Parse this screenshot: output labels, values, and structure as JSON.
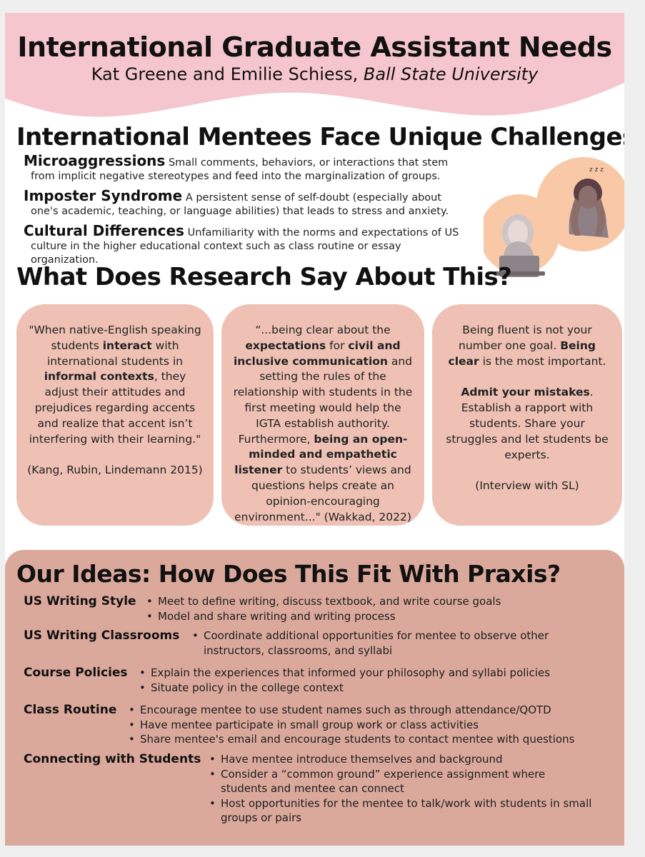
{
  "header": {
    "title": "International Graduate Assistant Needs",
    "authors": "Kat Greene and Emilie Schiess,",
    "university": "Ball State University",
    "colors": {
      "wave": "#f6c6cf",
      "card": "#eec1b4",
      "ideas_bg": "#dba99c"
    }
  },
  "challenges": {
    "title": "International Mentees Face Unique Challenges",
    "items": [
      {
        "term": "Microaggressions",
        "line1": "Small comments, behaviors, or interactions that stem",
        "line2": "from implicit negative stereotypes and feed into the marginalization of groups."
      },
      {
        "term": "Imposter Syndrome",
        "line1": "A persistent sense of self-doubt (especially about",
        "line2": "one's academic, teaching, or language abilities) that leads to stress and anxiety."
      },
      {
        "term": "Cultural Differences",
        "line1": "Unfamiliarity with the norms and expectations of US",
        "line2": "culture in the higher educational context such as class routine or essay organization."
      }
    ]
  },
  "research": {
    "title": "What Does Research Say About This?",
    "card1": {
      "q1": "\"When native-English speaking students ",
      "b1": "interact",
      "q2": " with international students in ",
      "b2": "informal contexts",
      "q3": ", they adjust their attitudes and prejudices regarding accents and realize that accent isn’t interfering with their learning.\"",
      "cite": "(Kang, Rubin, Lindemann 2015)"
    },
    "card2": {
      "q1": "“...being clear about the ",
      "b1": "expectations",
      "q2": " for ",
      "b2": "civil and inclusive communication",
      "q3": " and setting the rules of the relationship with students in the first meeting would help the IGTA establish authority. Furthermore, ",
      "b3": "being an open-minded and empathetic listener",
      "q4": " to students’ views and questions helps create an opinion-encouraging environment...\" (Wakkad, 2022)"
    },
    "card3": {
      "p1a": "Being fluent is not your number one goal. ",
      "p1b": "Being clear",
      "p1c": " is the most important.",
      "p2a": "Admit your mistakes",
      "p2b": ". Establish a rapport with students. Share your struggles and let students be experts.",
      "cite": "(Interview with SL)"
    }
  },
  "ideas": {
    "title": "Our Ideas: How Does This Fit With Praxis?",
    "rows": [
      {
        "label": "US Writing Style",
        "items": [
          "Meet to define writing, discuss textbook, and write course goals",
          "Model and share writing and writing process"
        ]
      },
      {
        "label": "US Writing Classrooms",
        "items": [
          "Coordinate additional opportunities for mentee to observe other instructors, classrooms, and syllabi"
        ]
      },
      {
        "label": "Course Policies",
        "items": [
          "Explain the experiences that informed your philosophy and syllabi policies",
          "Situate policy in the college context"
        ]
      },
      {
        "label": "Class Routine",
        "items": [
          "Encourage mentee to use student names such as through attendance/QOTD",
          "Have mentee participate in small group work or class activities",
          "Share mentee's email and encourage students to contact mentee with questions"
        ]
      },
      {
        "label": "Connecting with Students",
        "items": [
          "Have mentee introduce themselves and background",
          "Consider a “common ground” experience assignment where students and mentee can connect",
          "Host opportunities for the mentee to talk/work with students in small groups or pairs"
        ]
      }
    ]
  },
  "illustration": {
    "icons": [
      "stressed-person-icon",
      "tired-laptop-person-icon"
    ]
  }
}
